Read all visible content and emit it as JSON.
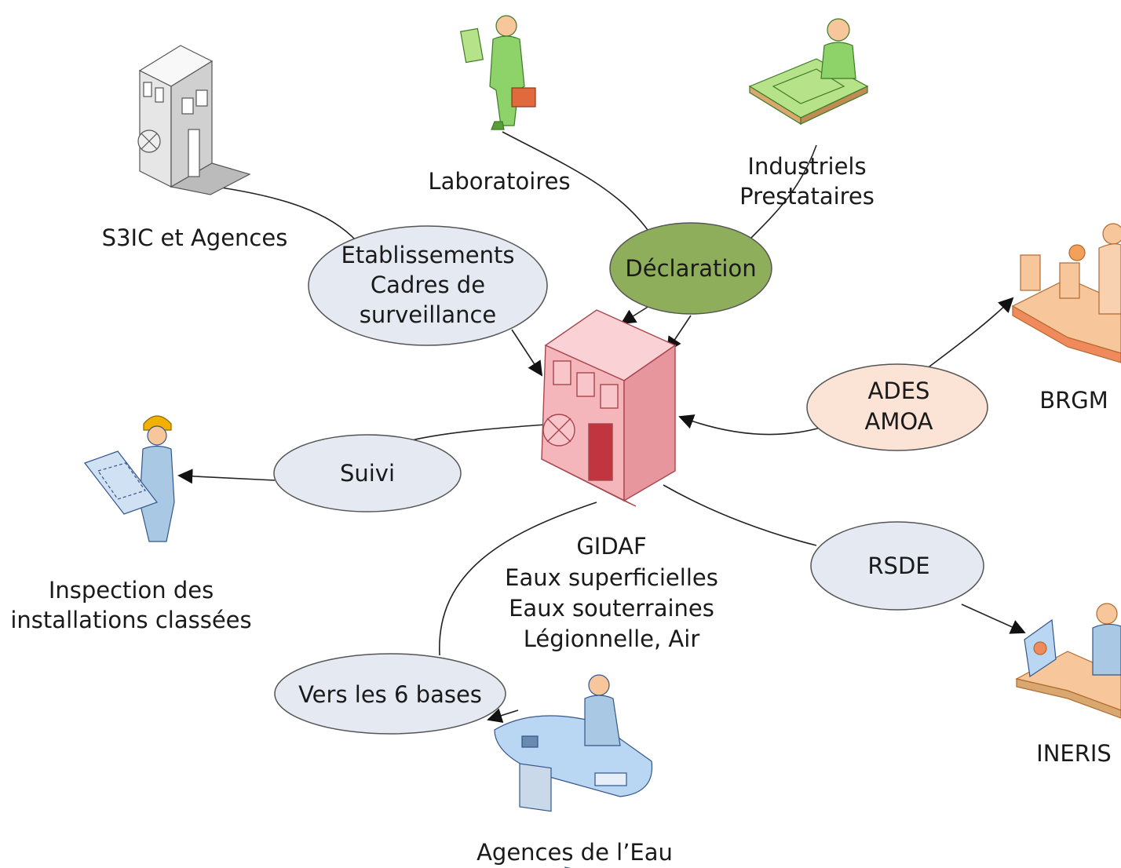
{
  "center": {
    "lines": [
      "GIDAF",
      "Eaux superficielles",
      "Eaux souterraines",
      "Légionnelle, Air"
    ]
  },
  "actors": {
    "s3ic": "S3IC et Agences",
    "laboratoires": "Laboratoires",
    "industriels": [
      "Industriels",
      "Prestataires"
    ],
    "brgm": "BRGM",
    "ineris": "INERIS",
    "inspection": [
      "Inspection des",
      "installations classées"
    ],
    "agences_eau": "Agences de l’Eau"
  },
  "flows": {
    "etablissements": [
      "Etablissements",
      "Cadres de",
      "surveillance"
    ],
    "declaration": "Déclaration",
    "ades": [
      "ADES",
      "AMOA"
    ],
    "suivi": "Suivi",
    "rsde": "RSDE",
    "vers_bases": "Vers les 6 bases"
  },
  "colors": {
    "declaration_fill": "#8fae5c",
    "ades_fill": "#fbe3d6",
    "flow_fill": "#e4e9f2",
    "gidaf_building": "#f4b6bb",
    "s3ic_building": "#eeeeee",
    "person_green": "#8ed36a",
    "person_blue": "#a9c8e4",
    "person_orange": "#f7c69a"
  }
}
